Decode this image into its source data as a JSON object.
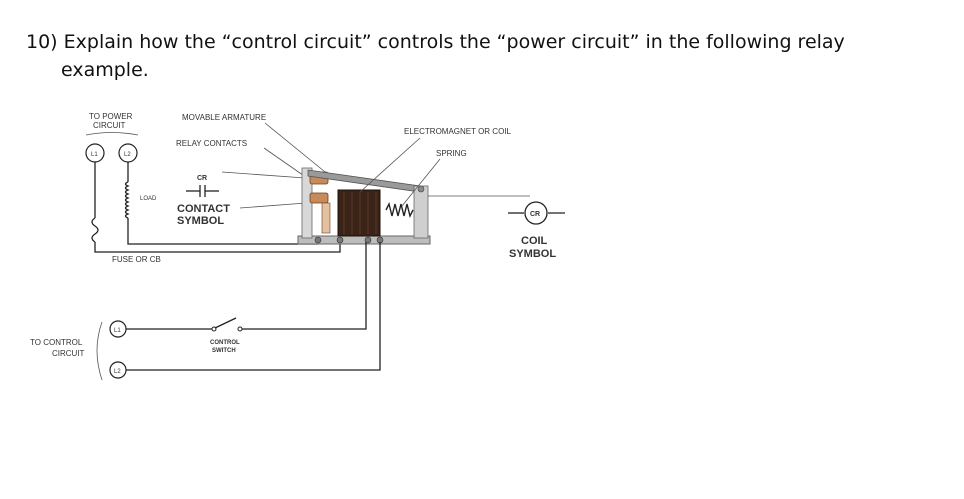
{
  "question": {
    "number": "10)",
    "line1": "Explain how the “control circuit” controls the “power circuit” in the following relay",
    "line2": "example."
  },
  "diagram": {
    "to_power_circuit": [
      "TO POWER",
      "CIRCUIT"
    ],
    "movable_armature": "MOVABLE ARMATURE",
    "relay_contacts": "RELAY CONTACTS",
    "electromagnet_or_coil": "ELECTROMAGNET OR COIL",
    "spring": "SPRING",
    "terminal_l1_top": "L1",
    "terminal_l2_top": "L2",
    "load": "LOAD",
    "contact_cr": "CR",
    "contact_symbol": [
      "CONTACT",
      "SYMBOL"
    ],
    "coil_cr": "CR",
    "coil_symbol": [
      "COIL",
      "SYMBOL"
    ],
    "fuse_or_cb": "FUSE OR CB",
    "to_control_circuit": [
      "TO CONTROL",
      "CIRCUIT"
    ],
    "terminal_l1_bottom": "L1",
    "terminal_l2_bottom": "L2",
    "control_switch": [
      "CONTROL",
      "SWITCH"
    ]
  },
  "colors": {
    "coil_body": "#3a2418",
    "contact_copper": "#c98a5a",
    "frame": "#8e8e8e",
    "wire": "#222222"
  }
}
